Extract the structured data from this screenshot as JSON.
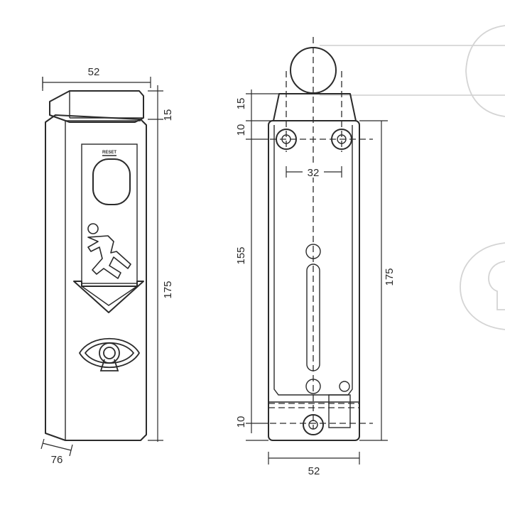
{
  "dimensions": {
    "front_width": "52",
    "front_cap_height": "15",
    "front_body_height": "175",
    "front_depth": "76",
    "side_cap_height": "15",
    "side_top_offset": "10",
    "side_hole_spacing": "32",
    "side_hole_distance": "155",
    "side_bottom_offset": "10",
    "side_height": "175",
    "side_width": "52"
  },
  "labels": {
    "reset_button": "RESET"
  },
  "icons": {
    "exit": "running-man-exit-icon",
    "arrow": "down-arrow-icon",
    "sensor": "eye-sensor-icon",
    "handle": "door-handle-icon"
  },
  "colors": {
    "line": "#2b2b2b",
    "ghost": "#d4d4d4",
    "background": "#ffffff"
  }
}
